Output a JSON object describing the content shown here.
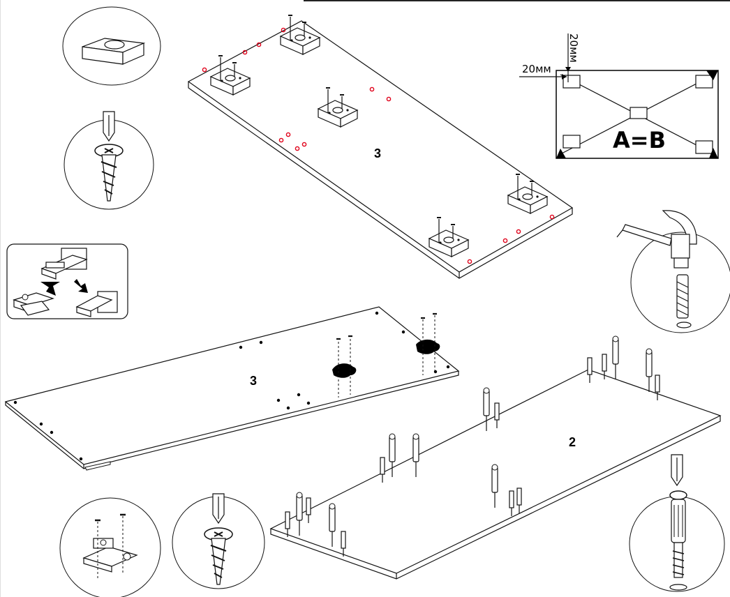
{
  "panels": {
    "top_panel_label": "3",
    "middle_panel_label": "3",
    "bottom_panel_label": "2"
  },
  "dimension_detail": {
    "vertical_offset": "20мм",
    "horizontal_offset": "20мм",
    "equality_note": "A=B"
  },
  "colors": {
    "line": "#111111",
    "marker": "#e0001a",
    "fill": "#ffffff"
  },
  "icons": [
    "cam-block-icon",
    "screwdriver-screw-icon",
    "hinge-icon",
    "hammer-dowel-icon",
    "confirmat-screw-icon"
  ]
}
